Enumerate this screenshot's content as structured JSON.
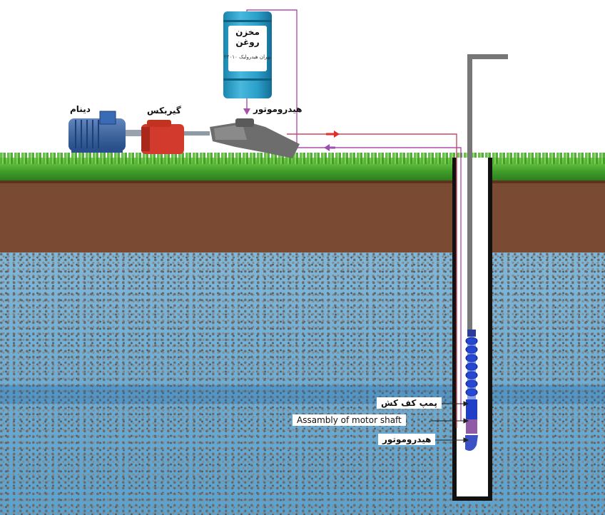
{
  "labels": {
    "oil_tank": "مخزن روغن",
    "tank_sub": "بهران هیدرولیک ۲۲۰۱۰",
    "hydromotor_top": "هیدروموتور",
    "gearbox": "گیربکس",
    "dynamo": "دینام",
    "pump_callout": "پمپ کف کش",
    "shaft_callout": "Assambly of motor shaft",
    "hydromotor_bottom": "هیدروموتور"
  },
  "colors": {
    "flow_out": "#e0302a",
    "flow_return": "#9b4fb0",
    "line_purple": "#a94fa9",
    "pump_blue": "#1f3fc8",
    "motor_blue": "#2f5fa8",
    "gearbox_red": "#d23a2e",
    "hydromotor_gray": "#6d6d6d"
  }
}
